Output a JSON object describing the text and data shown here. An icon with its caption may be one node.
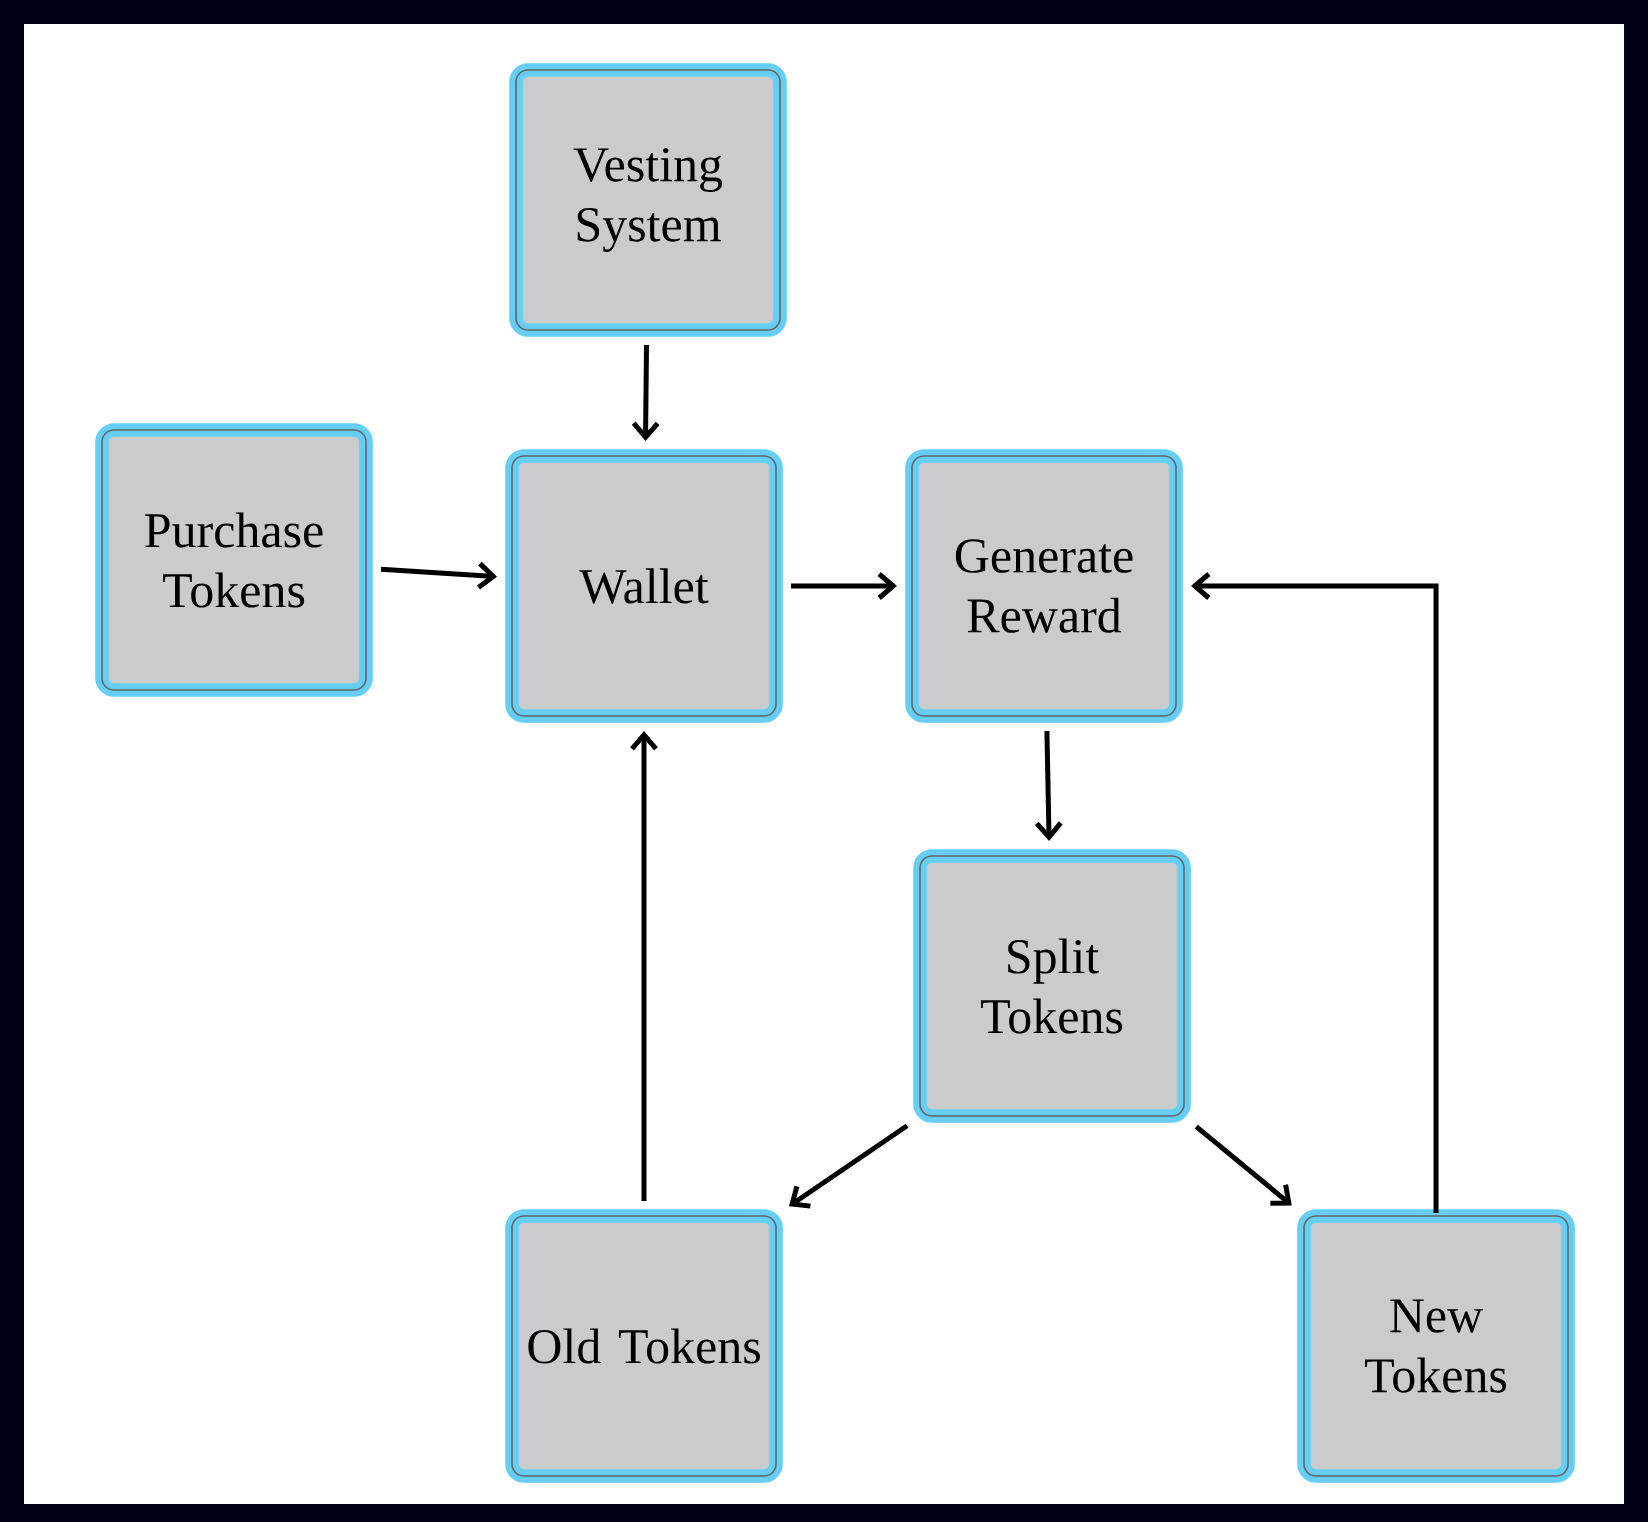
{
  "diagram": {
    "nodes": [
      {
        "text": [
          "Vesting System"
        ]
      },
      {
        "text": [
          "Purchase Tokens"
        ]
      },
      {
        "text": [
          "Wallet"
        ]
      },
      {
        "text": [
          "Generate Reward"
        ]
      },
      {
        "text": [
          "Split Tokens"
        ]
      },
      {
        "text": [
          "Old Tokens"
        ]
      },
      {
        "text": [
          "New Tokens"
        ]
      }
    ],
    "edges": [
      {
        "from": 0,
        "to": 2,
        "arrow": "to"
      },
      {
        "from": 1,
        "to": 2,
        "arrow": "to"
      },
      {
        "from": 2,
        "to": 3,
        "arrow": "to"
      },
      {
        "from": 3,
        "to": 4,
        "arrow": "to"
      },
      {
        "from": 4,
        "to": 5,
        "arrow": "to"
      },
      {
        "from": 4,
        "to": 6,
        "arrow": "to"
      },
      {
        "from": 5,
        "to": 2,
        "arrow": "to"
      },
      {
        "from": 6,
        "to": 3,
        "arrow": "to"
      }
    ]
  }
}
